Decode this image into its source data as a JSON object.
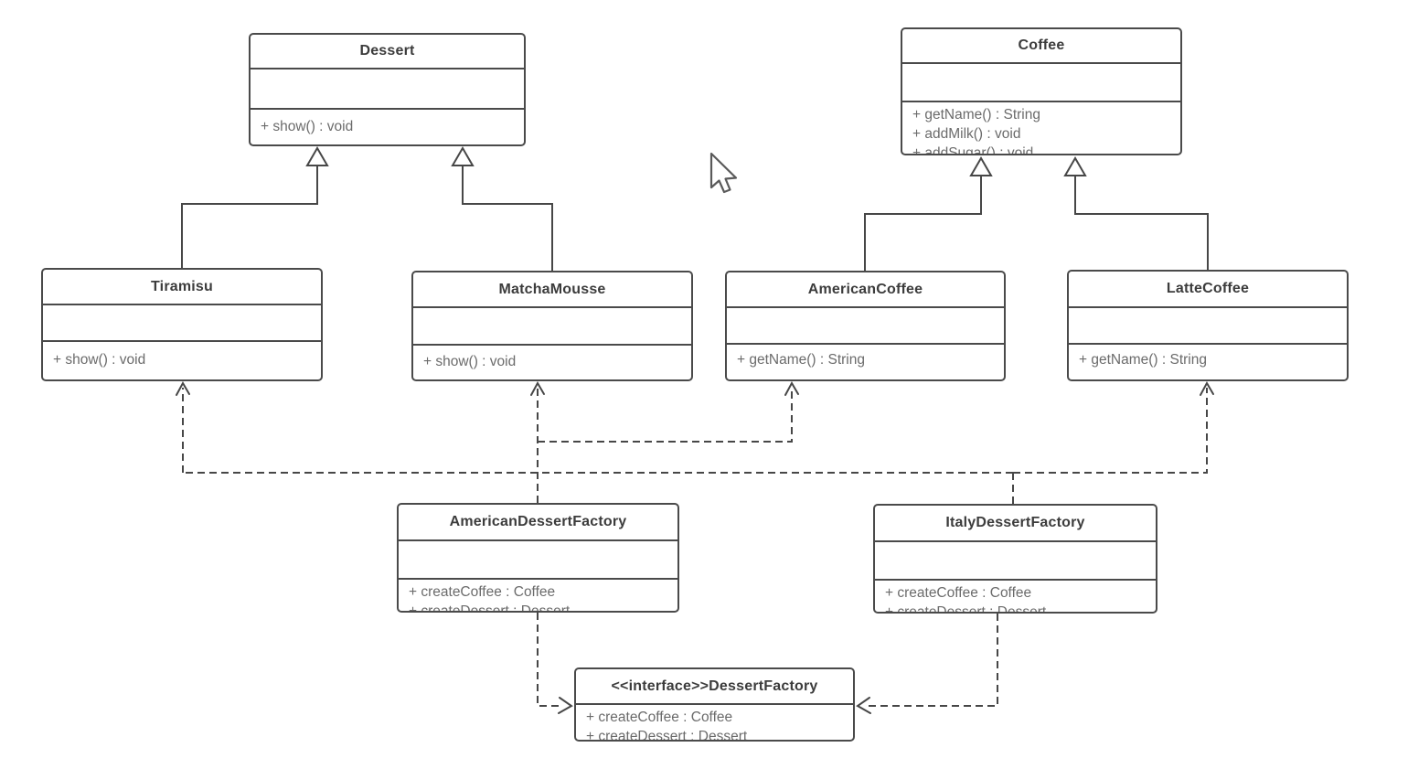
{
  "diagram": {
    "type": "uml-class-diagram",
    "classes": [
      {
        "name": "Dessert",
        "attributes": [],
        "methods": [
          "+ show() : void"
        ]
      },
      {
        "name": "Coffee",
        "attributes": [],
        "methods": [
          "+ getName() : String",
          "+ addMilk() : void",
          "+ addSugar() : void"
        ]
      },
      {
        "name": "Tiramisu",
        "attributes": [],
        "methods": [
          "+ show() : void"
        ]
      },
      {
        "name": "MatchaMousse",
        "attributes": [],
        "methods": [
          "+ show() : void"
        ]
      },
      {
        "name": "AmericanCoffee",
        "attributes": [],
        "methods": [
          "+ getName() : String"
        ]
      },
      {
        "name": "LatteCoffee",
        "attributes": [],
        "methods": [
          "+ getName() : String"
        ]
      },
      {
        "name": "AmericanDessertFactory",
        "attributes": [],
        "methods": [
          "+ createCoffee : Coffee",
          "+ createDessert : Dessert"
        ]
      },
      {
        "name": "ItalyDessertFactory",
        "attributes": [],
        "methods": [
          "+ createCoffee : Coffee",
          "+ createDessert : Dessert"
        ]
      },
      {
        "name": "<<interface>>DessertFactory",
        "attributes": [],
        "methods": [
          "+ createCoffee : Coffee",
          "+ createDessert : Dessert"
        ]
      }
    ],
    "relationships": [
      {
        "from": "Tiramisu",
        "to": "Dessert",
        "type": "generalization"
      },
      {
        "from": "MatchaMousse",
        "to": "Dessert",
        "type": "generalization"
      },
      {
        "from": "AmericanCoffee",
        "to": "Coffee",
        "type": "generalization"
      },
      {
        "from": "LatteCoffee",
        "to": "Coffee",
        "type": "generalization"
      },
      {
        "from": "AmericanDessertFactory",
        "to": "MatchaMousse",
        "type": "dashed-dependency"
      },
      {
        "from": "AmericanDessertFactory",
        "to": "AmericanCoffee",
        "type": "dashed-dependency"
      },
      {
        "from": "ItalyDessertFactory",
        "to": "Tiramisu",
        "type": "dashed-dependency"
      },
      {
        "from": "ItalyDessertFactory",
        "to": "LatteCoffee",
        "type": "dashed-dependency"
      },
      {
        "from": "AmericanDessertFactory",
        "to": "<<interface>>DessertFactory",
        "type": "dashed-realization"
      },
      {
        "from": "ItalyDessertFactory",
        "to": "<<interface>>DessertFactory",
        "type": "dashed-realization"
      }
    ],
    "colors": {
      "line": "#474747",
      "title_text": "#3c3c3c",
      "method_text": "#6b6b6b",
      "background": "#ffffff"
    },
    "cursor_icon": "arrow-pointer"
  }
}
